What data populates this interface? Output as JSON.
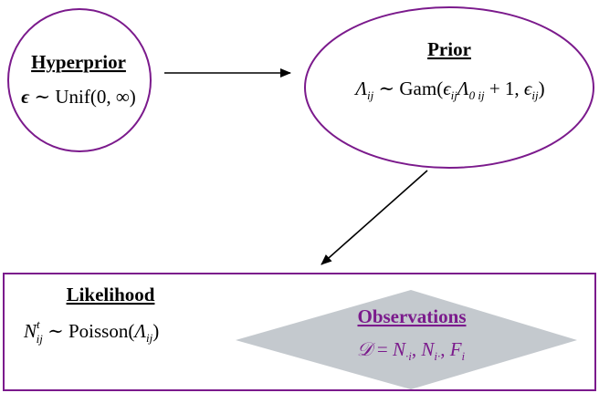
{
  "colors": {
    "node_border": "#7b1a8c",
    "observations_text": "#7b1a8c",
    "observations_fill": "#c4c9ce",
    "arrow": "#000000"
  },
  "hyperprior": {
    "title": "Hyperprior",
    "eps": "ϵ",
    "rest": " ∼ Unif(0, ∞)"
  },
  "prior": {
    "title": "Prior",
    "lambda": "Λ",
    "lambda_sub": "ij",
    "op": " ∼ Gam(",
    "e1": "ϵ",
    "e1_sub": "ij",
    "l0": "Λ",
    "l0_sub": "0 ij",
    "mid": " + 1, ",
    "e2": "ϵ",
    "e2_sub": "ij",
    "close": ")"
  },
  "likelihood": {
    "title": "Likelihood",
    "n": "N",
    "n_sup": "t",
    "n_sub": "ij",
    "op": " ∼ Poisson(",
    "lam": "Λ",
    "lam_sub": "ij",
    "close": ")"
  },
  "observations": {
    "title": "Observations",
    "d": "𝒟",
    "eq": " = ",
    "n1": "N",
    "n1_sub": "·i",
    "sep1": ", ",
    "n2": "N",
    "n2_sub": "i·",
    "sep2": ", ",
    "f": "F",
    "f_sub": "i"
  }
}
